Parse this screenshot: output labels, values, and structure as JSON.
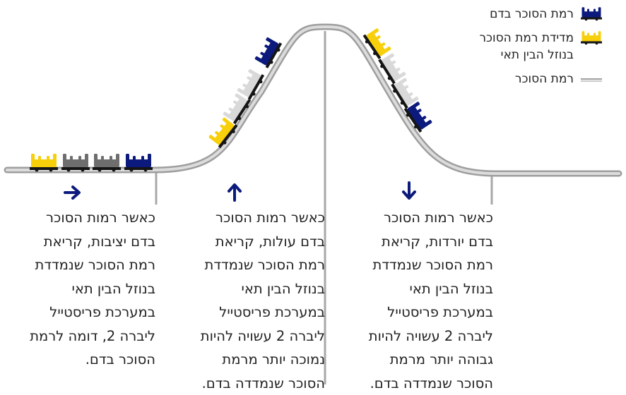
{
  "legend": {
    "items": [
      {
        "id": "blood",
        "label": "רמת הסוכר בדם",
        "color": "#0b1a7c"
      },
      {
        "id": "interstitial",
        "label": "מדידת רמת הסוכר\nבנוזל הבין תאי",
        "color": "#f7cf0a"
      },
      {
        "id": "track",
        "label": "רמת הסוכר",
        "color": "#c9c9c9"
      }
    ]
  },
  "descriptions": [
    {
      "id": "stable",
      "direction": "right",
      "text": "כאשר רמות הסוכר\nבדם יציבות, קריאת\nרמת הסוכר שנמדדת\nבנוזל הבין תאי\nבמערכת פריסטייל\nליברה 2, דומה לרמת\nהסוכר בדם."
    },
    {
      "id": "rising",
      "direction": "up",
      "text": "כאשר רמות הסוכר\nבדם עולות, קריאת\nרמת הסוכר שנמדדת\nבנוזל הבין תאי\nבמערכת פריסטייל\nליברה 2 עשויה להיות\nנמוכה יותר מרמת\nהסוכר שנמדדה בדם."
    },
    {
      "id": "falling",
      "direction": "down",
      "text": "כאשר רמות הסוכר\nבדם יורדות, קריאת\nרמת הסוכר שנמדדת\nבנוזל הבין תאי\nבמערכת פריסטייל\nליברה 2 עשויה להיות\nגבוהה יותר מרמת\nהסוכר שנמדדה בדם."
    }
  ],
  "colors": {
    "track": "#c9c9c9",
    "blood": "#0b1a7c",
    "interstitial": "#f7cf0a",
    "dark_gray": "#6e6e6e",
    "light_gray": "#d9d9d9",
    "divider": "#a8a8a8",
    "arrow": "#0b1a7c"
  }
}
